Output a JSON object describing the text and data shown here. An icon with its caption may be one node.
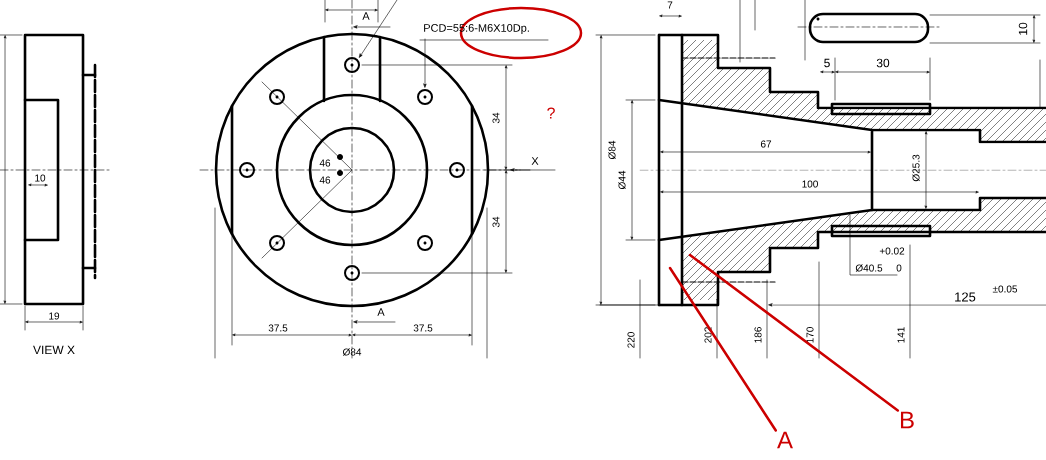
{
  "diagram": {
    "nodes": [
      {
        "text": [
          "A"
        ]
      },
      {
        "text": [
          "B"
        ]
      }
    ],
    "edges": [
      {
        "from": 0,
        "to": null,
        "arrow": "none"
      },
      {
        "from": 1,
        "to": null,
        "arrow": "none"
      }
    ],
    "labels": [
      "10",
      "19",
      "VIEW X",
      "A",
      "PCD=55:6-M6X10Dp.",
      "?",
      "34",
      "34",
      "X",
      "46",
      "46",
      "A",
      "37.5",
      "37.5",
      "Ø84",
      "7",
      "10",
      "5",
      "30",
      "Ø84",
      "Ø44",
      "67",
      "100",
      "Ø25.3",
      "+0.02",
      "0",
      "Ø40.5",
      "125",
      "±0.05",
      "220",
      "202",
      "186",
      "170",
      "141"
    ]
  }
}
